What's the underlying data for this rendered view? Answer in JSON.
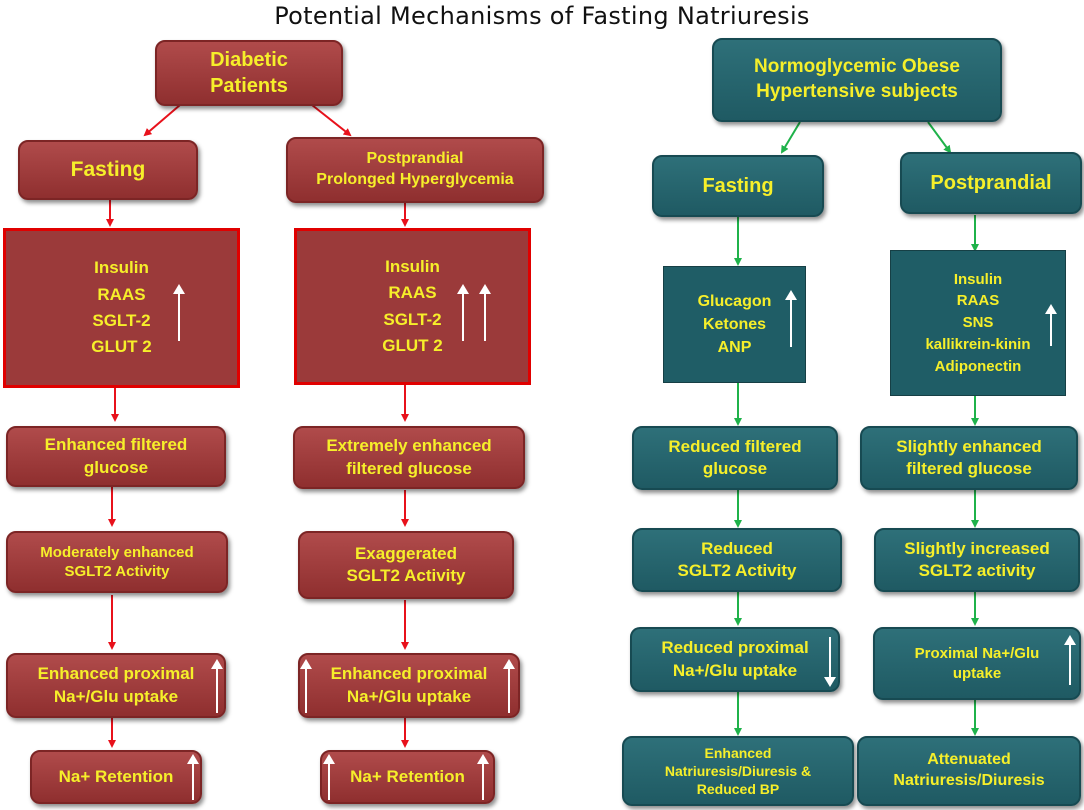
{
  "title": "Potential Mechanisms of Fasting Natriuresis",
  "left": {
    "root": "Diabetic\nPatients",
    "fasting": {
      "header": "Fasting",
      "hormones": "Insulin\nRAAS\nSGLT-2\nGLUT 2",
      "glucose": "Enhanced filtered\nglucose",
      "sglt2": "Moderately enhanced\nSGLT2 Activity",
      "uptake": "Enhanced proximal\nNa+/Glu uptake",
      "outcome": "Na+ Retention"
    },
    "postprandial": {
      "header": "Postprandial\nProlonged Hyperglycemia",
      "hormones": "Insulin\nRAAS\nSGLT-2\nGLUT 2",
      "glucose": "Extremely enhanced\nfiltered glucose",
      "sglt2": "Exaggerated\nSGLT2 Activity",
      "uptake": "Enhanced proximal\nNa+/Glu uptake",
      "outcome": "Na+ Retention"
    },
    "colors": {
      "box": "#9b3a3a",
      "border": "#e00000",
      "arrow": "#e8111b",
      "text": "#f6ef2a"
    }
  },
  "right": {
    "root": "Normoglycemic Obese\nHypertensive subjects",
    "fasting": {
      "header": "Fasting",
      "hormones": "Glucagon\nKetones\nANP",
      "glucose": "Reduced filtered\nglucose",
      "sglt2": "Reduced\nSGLT2 Activity",
      "uptake": "Reduced proximal\nNa+/Glu uptake",
      "outcome": "Enhanced\nNatriuresis/Diuresis &\nReduced BP"
    },
    "postprandial": {
      "header": "Postprandial",
      "hormones": "Insulin\nRAAS\nSNS\nkallikrein-kinin\nAdiponectin",
      "glucose": "Slightly enhanced\nfiltered glucose",
      "sglt2": "Slightly increased\nSGLT2 activity",
      "uptake": "Proximal Na+/Glu\nuptake",
      "outcome": "Attenuated\nNatriuresis/Diuresis"
    },
    "colors": {
      "box": "#1f5d66",
      "arrow": "#1fb24a",
      "text": "#f6ef2a"
    }
  }
}
